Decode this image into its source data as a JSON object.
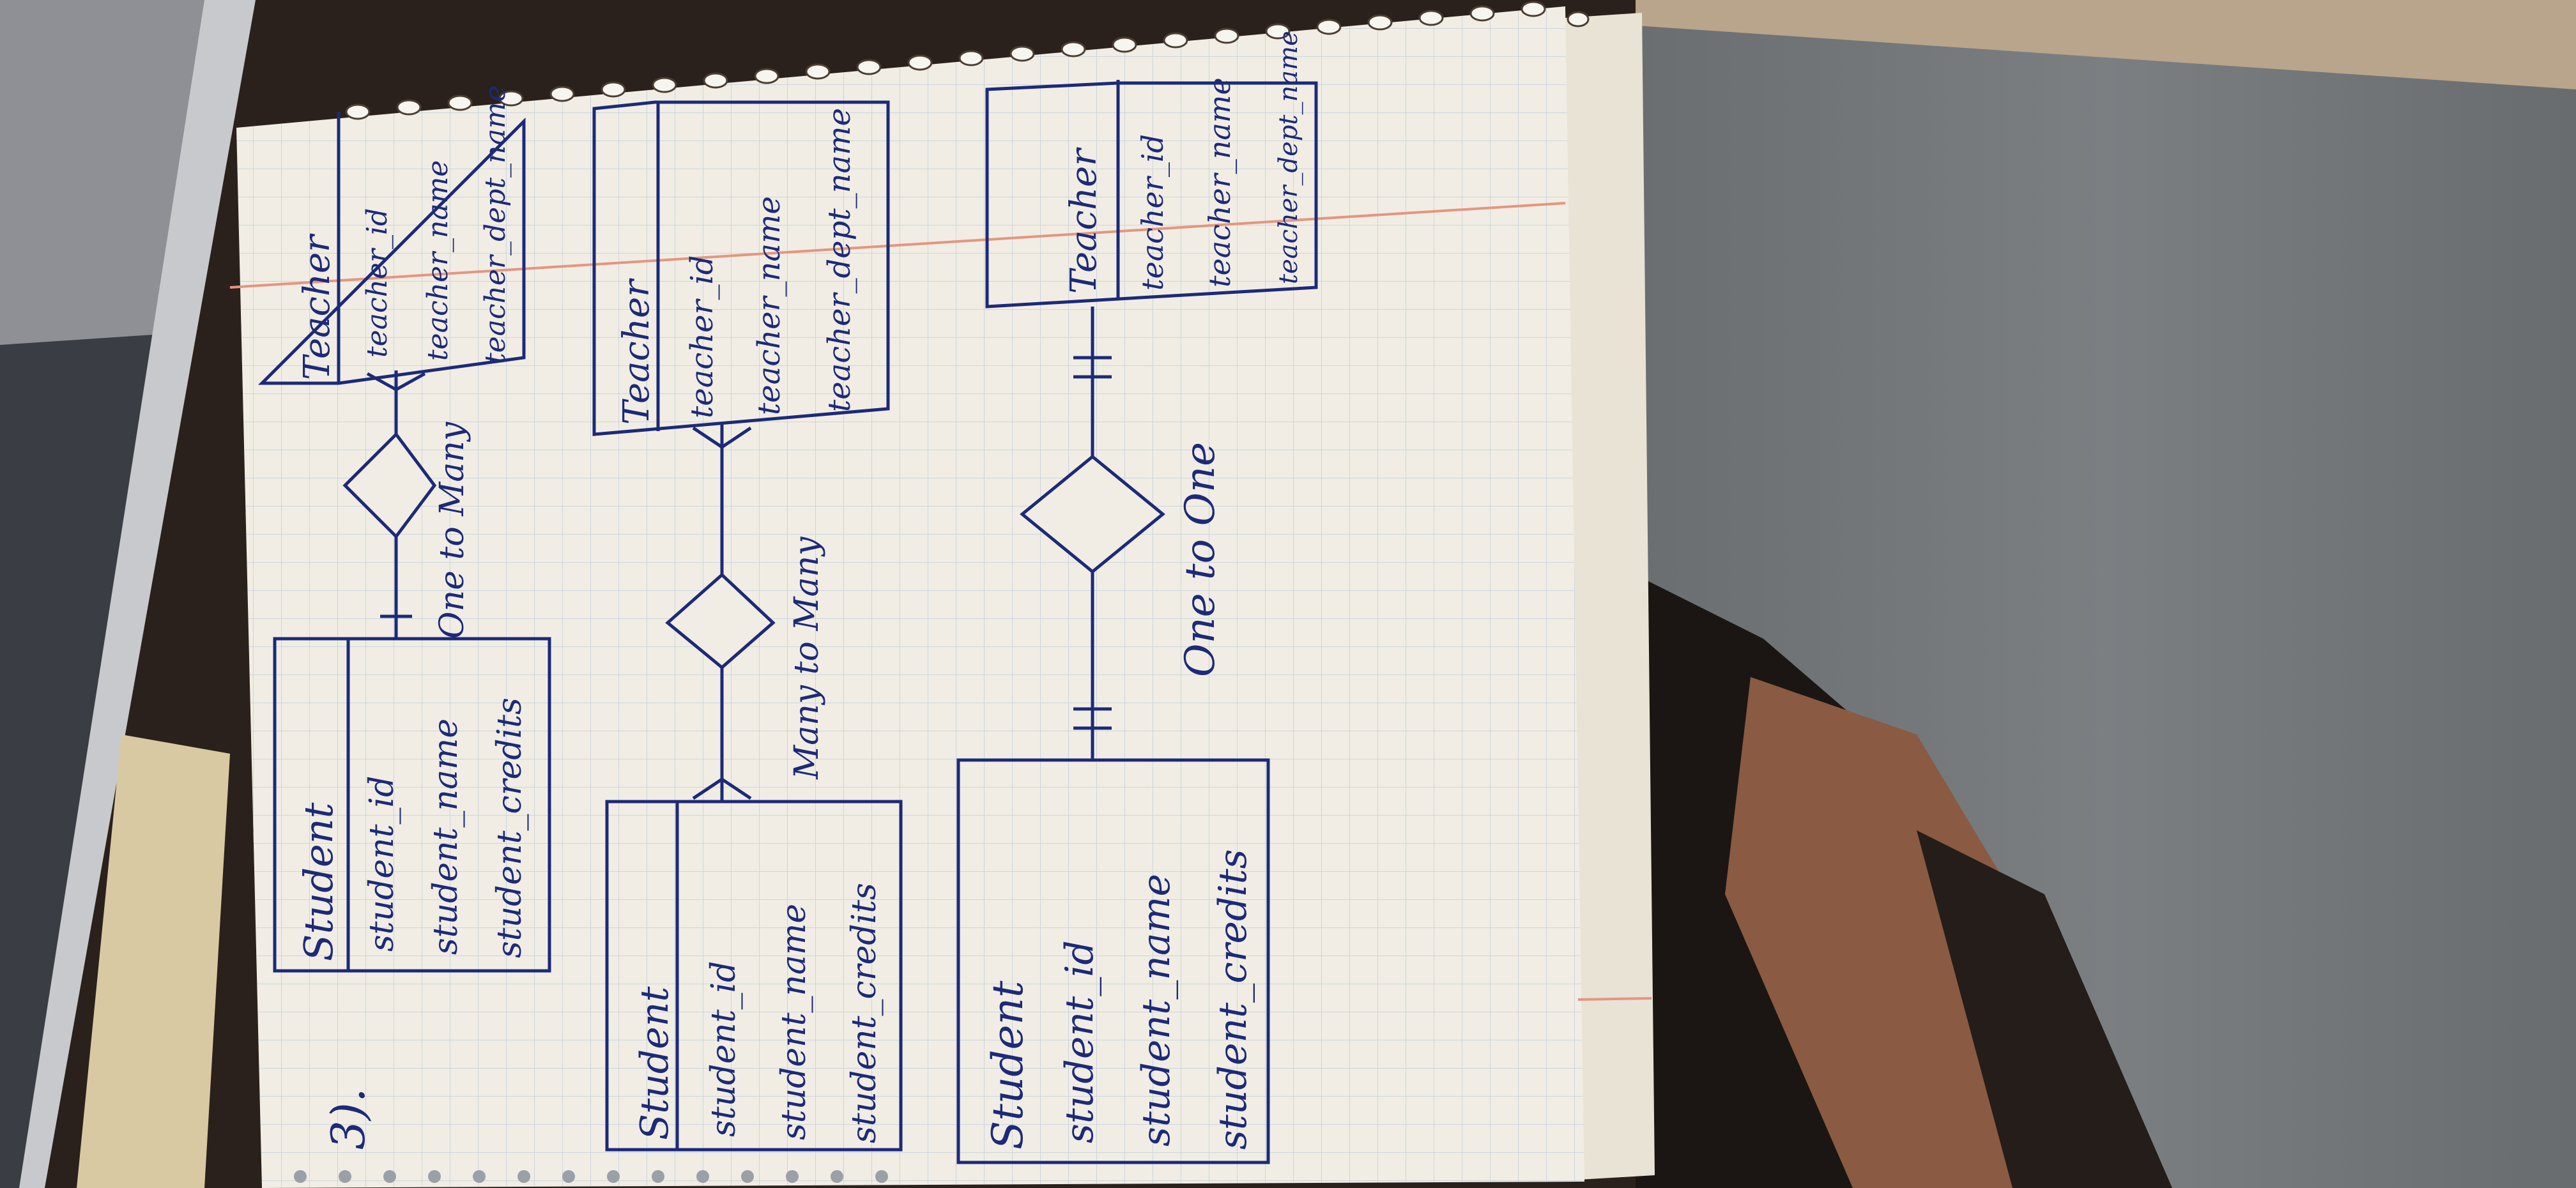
{
  "photo": {
    "colors": {
      "table": "#2a211c",
      "paper": "#f1ede4",
      "grid": "#c9d2dc",
      "margin_line": "#e4967f",
      "ink": "#1c2a78",
      "fabric": "#73777a",
      "laptop": "#3b3d44"
    }
  },
  "page_number": "3).",
  "diagrams": [
    {
      "relationship": "One to Many",
      "entities": [
        {
          "name": "Student",
          "attributes": [
            "student_id",
            "student_name",
            "student_credits"
          ]
        },
        {
          "name": "Teacher",
          "attributes": [
            "teacher_id",
            "teacher_name",
            "teacher_dept_name"
          ]
        }
      ]
    },
    {
      "relationship": "Many to Many",
      "entities": [
        {
          "name": "Student",
          "attributes": [
            "student_id",
            "student_name",
            "student_credits"
          ]
        },
        {
          "name": "Teacher",
          "attributes": [
            "teacher_id",
            "teacher_name",
            "teacher_dept_name"
          ]
        }
      ]
    },
    {
      "relationship": "One to One",
      "entities": [
        {
          "name": "Student",
          "attributes": [
            "student_id",
            "student_name",
            "student_credits"
          ]
        },
        {
          "name": "Teacher",
          "attributes": [
            "teacher_id",
            "teacher_name",
            "teacher_dept_name"
          ]
        }
      ]
    }
  ]
}
